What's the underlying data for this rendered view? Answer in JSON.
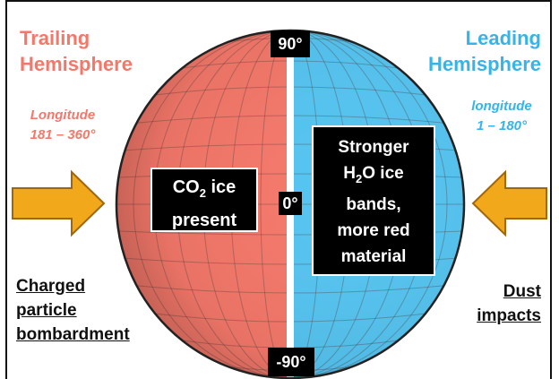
{
  "trailing": {
    "title_line1": "Trailing",
    "title_line2": "Hemisphere",
    "longitude_line1": "Longitude",
    "longitude_line2": "181 – 360°",
    "color": "#f4786a",
    "box_line1_text": "CO",
    "box_line1_sub": "2",
    "box_line1_rest": " ice",
    "box_line2": "present",
    "side_line1": "Charged",
    "side_line2": "particle",
    "side_line3": "bombardment"
  },
  "leading": {
    "title_line1": "Leading",
    "title_line2": "Hemisphere",
    "longitude_line1": "longitude",
    "longitude_line2": "1 – 180°",
    "color": "#36b4e8",
    "box_line1": "Stronger",
    "box_line2_text": "H",
    "box_line2_sub": "2",
    "box_line2_rest": "O ice",
    "box_line3": "bands,",
    "box_line4": "more red",
    "box_line5": "material",
    "side_line1": "Dust",
    "side_line2": "impacts"
  },
  "latitude_labels": {
    "top": "90°",
    "middle": "0°",
    "bottom": "-90°"
  },
  "arrow_color": "#f2a81b"
}
